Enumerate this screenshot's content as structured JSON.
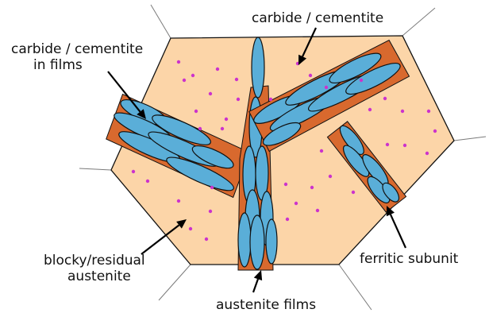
{
  "labels": {
    "carbide_top": "carbide / cementite",
    "carbide_films_line1": "carbide / cementite",
    "carbide_films_line2": "in films",
    "blocky_line1": "blocky/residual",
    "blocky_line2": "austenite",
    "ferritic": "ferritic subunit",
    "austenite_films": "austenite films"
  },
  "colors": {
    "austenite_fill": "#fcd5a8",
    "ferrite_lath": "#5aaed8",
    "film": "#d8692e",
    "carbide_dot": "#cc33cc",
    "film_dot": "#2e9a3a",
    "outline": "#111111",
    "grain_boundary": "#7a7a7a"
  }
}
